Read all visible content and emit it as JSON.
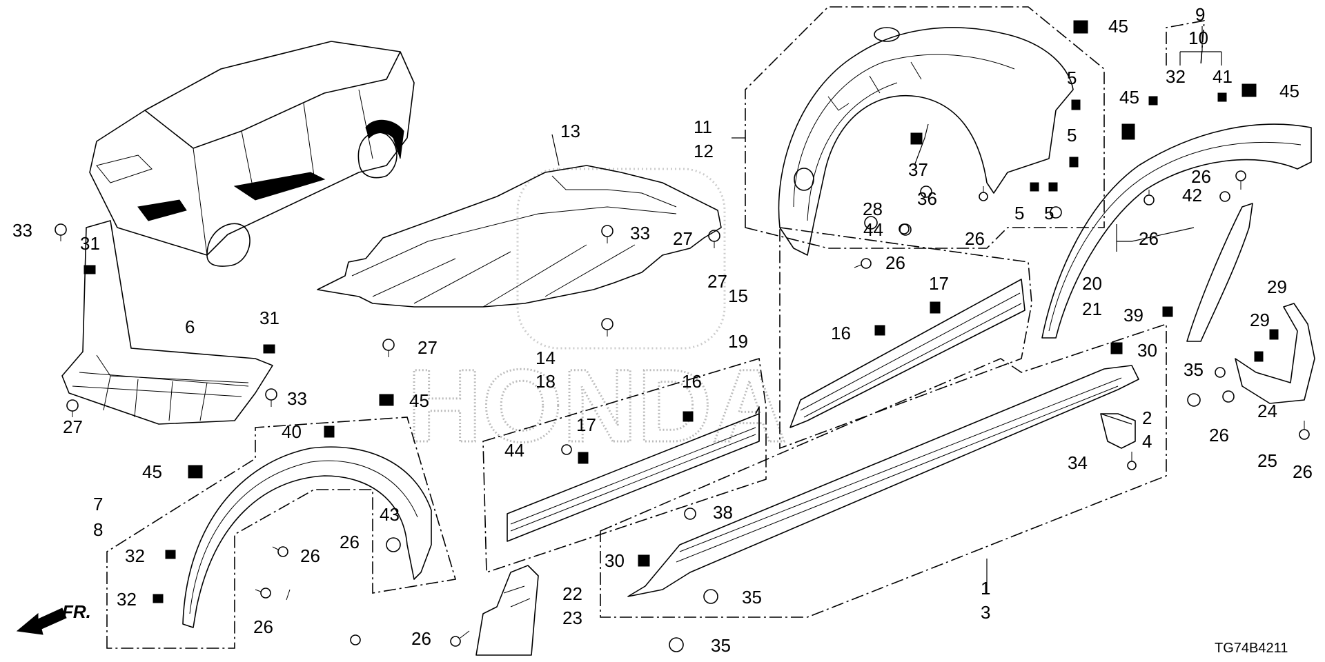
{
  "diagram_code": "TG74B4211",
  "direction_label": "FR.",
  "watermark_text": "HONDA",
  "callouts": {
    "c1": "1",
    "c3": "3",
    "c2": "2",
    "c4": "4",
    "c5a": "5",
    "c5b": "5",
    "c5c": "5",
    "c5d": "5",
    "c6": "6",
    "c7": "7",
    "c8": "8",
    "c9": "9",
    "c10": "10",
    "c11": "11",
    "c12": "12",
    "c13": "13",
    "c14": "14",
    "c15": "15",
    "c16a": "16",
    "c16b": "16",
    "c17a": "17",
    "c17b": "17",
    "c18": "18",
    "c19": "19",
    "c20": "20",
    "c21": "21",
    "c22": "22",
    "c23": "23",
    "c24": "24",
    "c25": "25",
    "c26a": "26",
    "c26b": "26",
    "c26c": "26",
    "c26d": "26",
    "c26e": "26",
    "c26f": "26",
    "c26g": "26",
    "c26h": "26",
    "c26i": "26",
    "c26j": "26",
    "c27a": "27",
    "c27b": "27",
    "c27c": "27",
    "c27d": "27",
    "c28": "28",
    "c29a": "29",
    "c29b": "29",
    "c30a": "30",
    "c30b": "30",
    "c31a": "31",
    "c31b": "31",
    "c32a": "32",
    "c32b": "32",
    "c32c": "32",
    "c33a": "33",
    "c33b": "33",
    "c33c": "33",
    "c34": "34",
    "c35a": "35",
    "c35b": "35",
    "c35c": "35",
    "c36": "36",
    "c37": "37",
    "c38": "38",
    "c39": "39",
    "c40": "40",
    "c41": "41",
    "c42": "42",
    "c43": "43",
    "c44a": "44",
    "c44b": "44",
    "c45a": "45",
    "c45b": "45",
    "c45c": "45",
    "c45d": "45",
    "c45e": "45"
  }
}
